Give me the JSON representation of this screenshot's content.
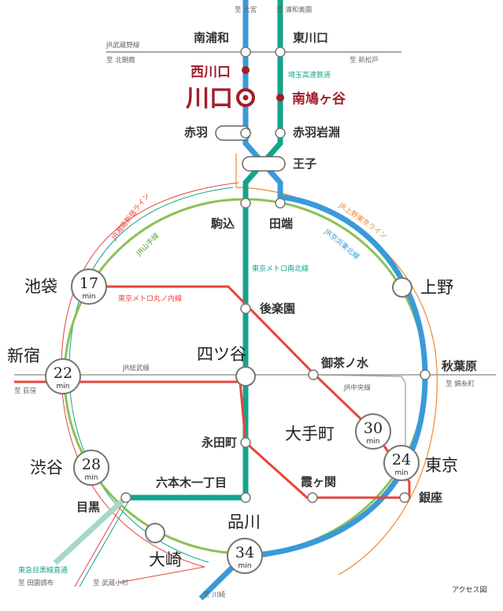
{
  "title": "アクセス図",
  "colors": {
    "saikyo": "#3a9ad9",
    "namboku": "#13a48c",
    "marunouchi": "#e8453c",
    "yamanote": "#8cc157",
    "shonan": "#e8453c",
    "keihin": "#3a9ad9",
    "ueno_tokyo": "#f08a2c",
    "accent": "#a31d2b"
  },
  "stations": {
    "minamiurawa": "南浦和",
    "higashikawaguchi": "東川口",
    "nishikawaguchi": "西川口",
    "kawaguchi": "川口",
    "minamihatogaya": "南鳩ヶ谷",
    "akabane": "赤羽",
    "akabaneiwabuchi": "赤羽岩淵",
    "oji": "王子",
    "komagome": "駒込",
    "tabata": "田端",
    "ikebukuro": "池袋",
    "ueno": "上野",
    "korakuen": "後楽園",
    "shinjuku": "新宿",
    "yotsuya": "四ツ谷",
    "ochanomizu": "御茶ノ水",
    "akihabara": "秋葉原",
    "otemachi": "大手町",
    "nagatacho": "永田町",
    "tokyo": "東京",
    "shibuya": "渋谷",
    "roppongi": "六本木一丁目",
    "kasumigaseki": "霞ヶ関",
    "ginza": "銀座",
    "meguro": "目黒",
    "osaki": "大崎",
    "shinagawa": "品川"
  },
  "lines": {
    "musashino": "JR武蔵野線",
    "saitama_railway": "埼玉高速鉄道",
    "shonan_shinjuku": "JR湘南新宿ライン",
    "yamanote": "JR山手線",
    "ueno_tokyo": "JR上野東京ライン",
    "keihin_tohoku": "JR京浜東北線",
    "namboku": "東京メトロ南北線",
    "marunouchi": "東京メトロ丸ノ内線",
    "sobu": "JR総武線",
    "chuo": "JR中央線",
    "tokyu_meguro": "東急目黒線直通"
  },
  "directions": {
    "omiya": "至 大宮",
    "urawamisono": "至 浦和美園",
    "kitaasaka": "至 北朝霞",
    "shinmatsudo": "至 新松戸",
    "ogikubo": "至 荻窪",
    "kinshicho": "至 錦糸町",
    "denenchofu": "至 田園調布",
    "musashikosugi": "至 武蔵小杉",
    "kawasaki": "至 川崎"
  },
  "times": {
    "unit": "min",
    "ikebukuro": "17",
    "shinjuku": "22",
    "otemachi": "30",
    "tokyo": "24",
    "shibuya": "28",
    "shinagawa": "34"
  }
}
